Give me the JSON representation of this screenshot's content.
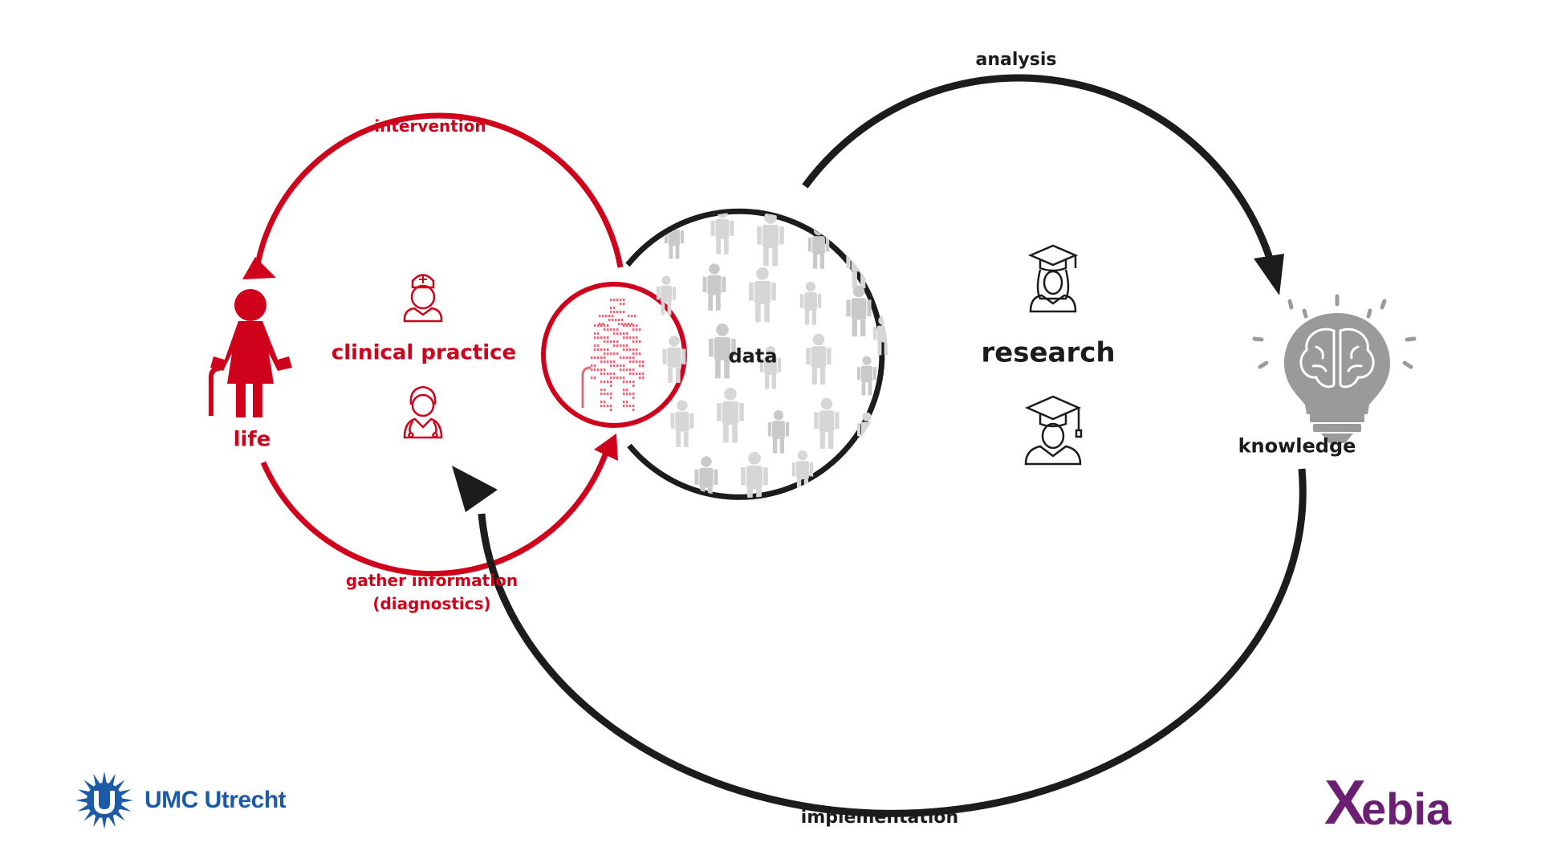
{
  "colors": {
    "red": "#d0021b",
    "dark": "#1c1c1c",
    "gray_icon": "#9a9a9a",
    "umc_blue": "#1d5aa8",
    "xebia_purple": "#6a1f73"
  },
  "labels": {
    "intervention": "intervention",
    "clinical_practice": "clinical practice",
    "life": "life",
    "gather_information": "gather information",
    "diagnostics": "(diagnostics)",
    "data": "data",
    "research": "research",
    "analysis": "analysis",
    "knowledge": "knowledge",
    "implementation": "implementation"
  },
  "brands": {
    "left": {
      "name": "UMC Utrecht",
      "icon": "umc-utrecht-logo"
    },
    "right": {
      "x": "X",
      "rest": "ebia",
      "icon": "xebia-logo"
    }
  },
  "icons": {
    "life": "elderly-woman-cane-icon",
    "nurse": "nurse-icon",
    "doctor": "doctor-icon",
    "patient_data": "patient-data-figure-icon",
    "crowd": "people-crowd-icon",
    "graduate_woman": "graduate-woman-icon",
    "graduate_man": "graduate-man-icon",
    "knowledge": "brain-lightbulb-icon"
  }
}
